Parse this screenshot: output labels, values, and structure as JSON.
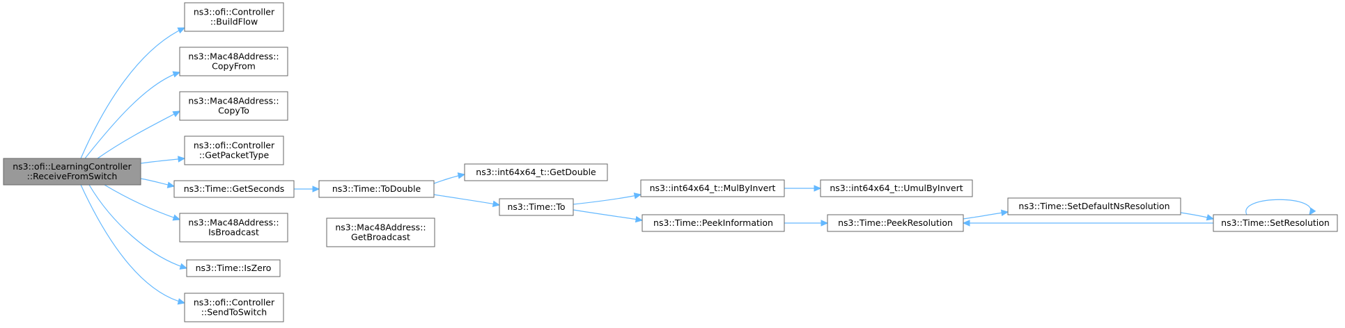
{
  "diagram": {
    "colors": {
      "edge": "#63b8ff",
      "root_fill": "#999999",
      "border": "#666666"
    },
    "nodes": [
      {
        "id": "root",
        "lines": [
          "ns3::ofi::LearningController",
          "::ReceiveFromSwitch"
        ],
        "root": true
      },
      {
        "id": "buildflow",
        "lines": [
          "ns3::ofi::Controller",
          "::BuildFlow"
        ]
      },
      {
        "id": "copyfrom",
        "lines": [
          "ns3::Mac48Address::",
          "CopyFrom"
        ]
      },
      {
        "id": "copyto",
        "lines": [
          "ns3::Mac48Address::",
          "CopyTo"
        ]
      },
      {
        "id": "getpackettype",
        "lines": [
          "ns3::ofi::Controller",
          "::GetPacketType"
        ]
      },
      {
        "id": "getseconds",
        "lines": [
          "ns3::Time::GetSeconds"
        ]
      },
      {
        "id": "isbroadcast",
        "lines": [
          "ns3::Mac48Address::",
          "IsBroadcast"
        ]
      },
      {
        "id": "iszero",
        "lines": [
          "ns3::Time::IsZero"
        ]
      },
      {
        "id": "sendtoswitch",
        "lines": [
          "ns3::ofi::Controller",
          "::SendToSwitch"
        ]
      },
      {
        "id": "todouble",
        "lines": [
          "ns3::Time::ToDouble"
        ]
      },
      {
        "id": "getbroadcast",
        "lines": [
          "ns3::Mac48Address::",
          "GetBroadcast"
        ]
      },
      {
        "id": "getdouble",
        "lines": [
          "ns3::int64x64_t::GetDouble"
        ]
      },
      {
        "id": "to",
        "lines": [
          "ns3::Time::To"
        ]
      },
      {
        "id": "mulbyinvert",
        "lines": [
          "ns3::int64x64_t::MulByInvert"
        ]
      },
      {
        "id": "peekinformation",
        "lines": [
          "ns3::Time::PeekInformation"
        ]
      },
      {
        "id": "umulbyinvert",
        "lines": [
          "ns3::int64x64_t::UmulByInvert"
        ]
      },
      {
        "id": "peekresolution",
        "lines": [
          "ns3::Time::PeekResolution"
        ]
      },
      {
        "id": "setdefaultns",
        "lines": [
          "ns3::Time::SetDefaultNsResolution"
        ]
      },
      {
        "id": "setresolution",
        "lines": [
          "ns3::Time::SetResolution"
        ]
      }
    ],
    "edges": [
      [
        "root",
        "buildflow"
      ],
      [
        "root",
        "copyfrom"
      ],
      [
        "root",
        "copyto"
      ],
      [
        "root",
        "getpackettype"
      ],
      [
        "root",
        "getseconds"
      ],
      [
        "root",
        "isbroadcast"
      ],
      [
        "root",
        "iszero"
      ],
      [
        "root",
        "sendtoswitch"
      ],
      [
        "getseconds",
        "todouble"
      ],
      [
        "todouble",
        "getdouble"
      ],
      [
        "todouble",
        "to"
      ],
      [
        "to",
        "mulbyinvert"
      ],
      [
        "to",
        "peekinformation"
      ],
      [
        "mulbyinvert",
        "umulbyinvert"
      ],
      [
        "peekinformation",
        "peekresolution"
      ],
      [
        "peekresolution",
        "setdefaultns"
      ],
      [
        "setdefaultns",
        "setresolution"
      ],
      [
        "setresolution",
        "peekresolution"
      ],
      [
        "setresolution",
        "setresolution"
      ]
    ]
  }
}
